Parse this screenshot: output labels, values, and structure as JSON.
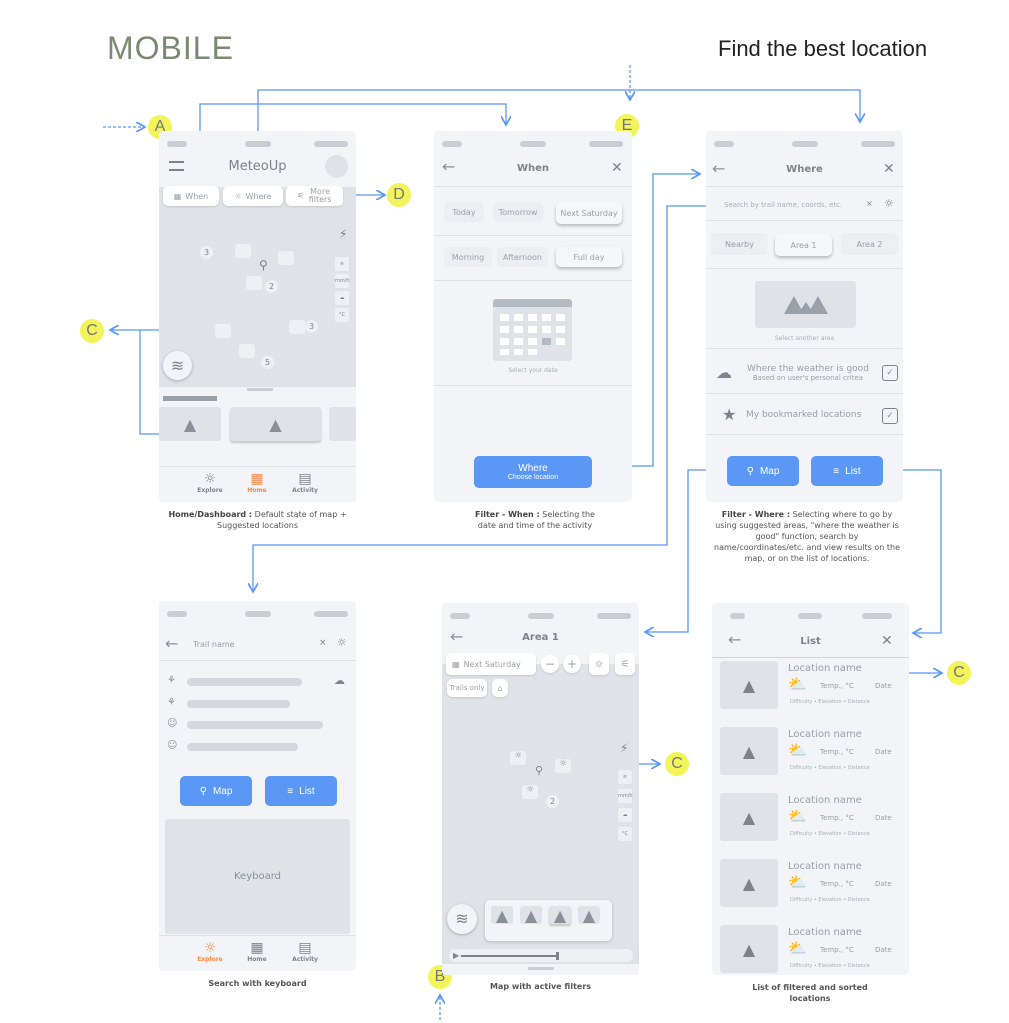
{
  "titles": {
    "left": "MOBILE",
    "right": "Find the best location"
  },
  "badges": {
    "a": "A",
    "b": "B",
    "c": "C",
    "d": "D",
    "e": "E"
  },
  "home": {
    "app_name": "MeteoUp",
    "chips": [
      "When",
      "Where",
      "More filters"
    ],
    "map_counts": [
      "3",
      "2",
      "3",
      "5"
    ],
    "side": [
      "mm/h",
      "°C"
    ],
    "nav": [
      "Explore",
      "Home",
      "Activity"
    ],
    "active_nav": "Home",
    "caption_bold": "Home/Dashboard :",
    "caption": " Default state of map + Suggested locations"
  },
  "when": {
    "title": "When",
    "days": [
      "Today",
      "Tomorrow",
      "Next Saturday"
    ],
    "times": [
      "Morning",
      "Afternoon",
      "Full day"
    ],
    "calendar_label": "Select your date",
    "button_title": "Where",
    "button_sub": "Choose location",
    "caption_bold": "Filter - When :",
    "caption": " Selecting the date and time of the activity"
  },
  "where": {
    "title": "Where",
    "search_placeholder": "Search by trail name, coords, etc.",
    "areas": [
      "Nearby",
      "Area 1",
      "Area 2"
    ],
    "area_label": "Select another area",
    "weather_title": "Where the weather is good",
    "weather_sub": "Based on user's personal critea",
    "bookmarks": "My bookmarked locations",
    "map_btn": "Map",
    "list_btn": "List",
    "caption_bold": "Filter - Where :",
    "caption": " Selecting where to go by using suggested areas, \"where the weather is good\" function, search by name/coordinates/etc. and view results on the map, or on the list of locations."
  },
  "search": {
    "placeholder": "Trail name",
    "map_btn": "Map",
    "list_btn": "List",
    "keyboard": "Keyboard",
    "nav": [
      "Explore",
      "Home",
      "Activity"
    ],
    "active_nav": "Explore",
    "caption": "Search with keyboard"
  },
  "mapview": {
    "title": "Area 1",
    "date": "Next Saturday",
    "trails": "Trails only",
    "count": "2",
    "side": [
      "mm/h",
      "°C"
    ],
    "caption": "Map with active filters"
  },
  "list": {
    "title": "List",
    "items": [
      {
        "name": "Location name",
        "temp": "Temp., °C",
        "date": "Date",
        "meta": "Difficulty • Elevation • Distance"
      },
      {
        "name": "Location name",
        "temp": "Temp., °C",
        "date": "Date",
        "meta": "Difficulty • Elevation • Distance"
      },
      {
        "name": "Location name",
        "temp": "Temp., °C",
        "date": "Date",
        "meta": "Difficulty • Elevation • Distance"
      },
      {
        "name": "Location name",
        "temp": "Temp., °C",
        "date": "Date",
        "meta": "Difficulty • Elevation • Distance"
      },
      {
        "name": "Location name",
        "temp": "Temp., °C",
        "date": "Date",
        "meta": "Difficulty • Elevation • Distance"
      }
    ],
    "caption": "List of filtered and sorted locations"
  },
  "colors": {
    "accent": "#5b97f5",
    "badge": "#f3f35a",
    "active_nav": "#f58a4b",
    "title": "#7a8a72"
  }
}
